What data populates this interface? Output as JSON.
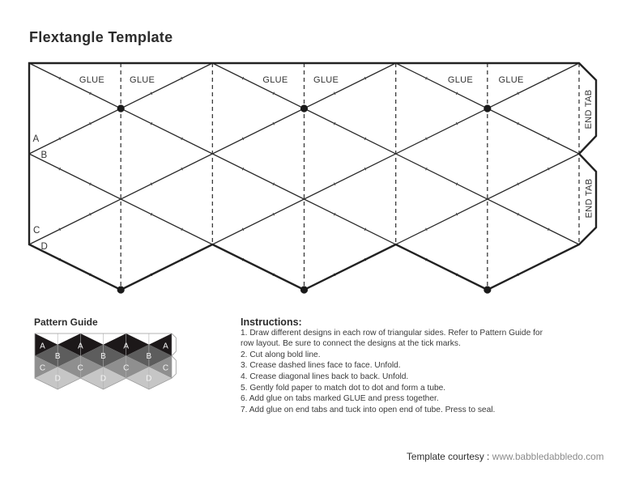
{
  "page": {
    "title": "Flextangle Template"
  },
  "template": {
    "glue_labels": [
      "GLUE",
      "GLUE",
      "GLUE",
      "GLUE",
      "GLUE",
      "GLUE"
    ],
    "end_tab_labels": [
      "END TAB",
      "END TAB"
    ],
    "row_markers": [
      "A",
      "B",
      "C",
      "D"
    ]
  },
  "pattern_guide": {
    "title": "Pattern Guide",
    "rows": [
      {
        "label": "A",
        "color": "#1c1819"
      },
      {
        "label": "B",
        "color": "#5d5d5d"
      },
      {
        "label": "C",
        "color": "#8f8f8f"
      },
      {
        "label": "D",
        "color": "#c6c6c6"
      }
    ]
  },
  "instructions": {
    "title": "Instructions:",
    "items": [
      "1. Draw different designs in each row of triangular sides. Refer to Pattern Guide for row layout. Be sure to connect the designs at the tick marks.",
      "2. Cut along bold line.",
      "3. Crease dashed lines face to face. Unfold.",
      "4. Crease diagonal lines back to back. Unfold.",
      "5. Gently fold paper to match dot to dot and form a tube.",
      "6. Add glue on tabs marked GLUE and press together.",
      "7. Add glue on end tabs and tuck into open end of tube. Press to seal."
    ]
  },
  "footer": {
    "label": "Template courtesy :",
    "url": "www.babbledabbledo.com"
  }
}
